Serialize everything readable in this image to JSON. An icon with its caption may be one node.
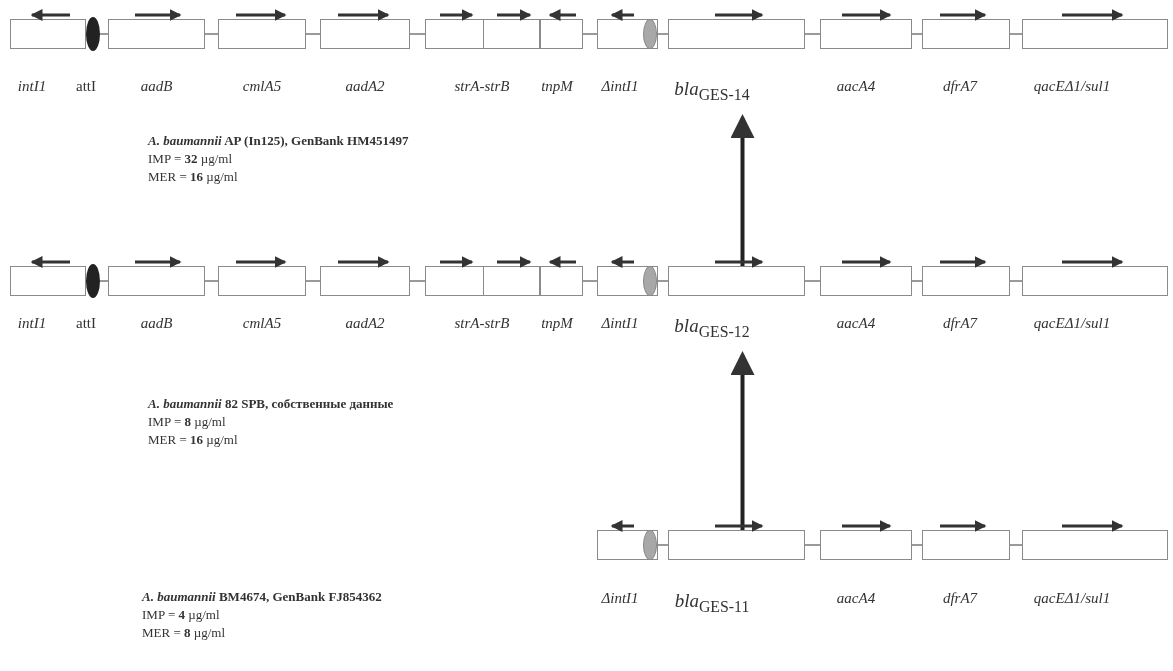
{
  "diagram": {
    "nodes": [
      {
        "text": [
          "intI1"
        ]
      },
      {
        "text": [
          "attI"
        ]
      },
      {
        "text": [
          "aadB"
        ]
      },
      {
        "text": [
          "cmlA5"
        ]
      },
      {
        "text": [
          "aadA2"
        ]
      },
      {
        "text": [
          "strA-strB"
        ]
      },
      {
        "text": [
          "tnpM"
        ]
      },
      {
        "text": [
          "ΔintI1"
        ]
      },
      {
        "text": [],
        "shape": "ellipse",
        "in": 7
      },
      {
        "text": [
          "*bla*$_{GES-14}$"
        ]
      },
      {
        "text": [
          "aacA4"
        ]
      },
      {
        "text": [
          "dfrA7"
        ]
      },
      {
        "text": [
          "qacEΔ1/sul1"
        ]
      },
      {
        "text": [
          "intI1"
        ]
      },
      {
        "text": [
          "attI"
        ]
      },
      {
        "text": [
          "aadB"
        ]
      },
      {
        "text": [
          "cmlA5"
        ]
      },
      {
        "text": [
          "aadA2"
        ]
      },
      {
        "text": [
          "strA-strB"
        ]
      },
      {
        "text": [
          "tnpM"
        ]
      },
      {
        "text": [
          "ΔintI1"
        ]
      },
      {
        "text": [],
        "shape": "ellipse",
        "in": 20
      },
      {
        "text": [
          "*bla*$_{GES-12}$"
        ]
      },
      {
        "text": [
          "aacA4"
        ]
      },
      {
        "text": [
          "dfrA7"
        ]
      },
      {
        "text": [
          "qacEΔ1/sul1"
        ]
      },
      {
        "text": [
          "ΔintI1"
        ]
      },
      {
        "text": [],
        "shape": "ellipse",
        "in": 26
      },
      {
        "text": [
          "*bla*$_{GES-11}$"
        ]
      },
      {
        "text": [
          "aacA4"
        ]
      },
      {
        "text": [
          "dfrA7"
        ]
      },
      {
        "text": [
          "qacEΔ1/sul1"
        ]
      }
    ],
    "edges": [
      {
        "from": 1,
        "to": 2,
        "arrow": "none"
      },
      {
        "from": 2,
        "to": 3,
        "arrow": "none"
      },
      {
        "from": 3,
        "to": 4,
        "arrow": "none"
      },
      {
        "from": 4,
        "to": 5,
        "arrow": "none"
      },
      {
        "from": 6,
        "to": 7,
        "arrow": "none"
      },
      {
        "from": 8,
        "to": 9,
        "arrow": "none"
      },
      {
        "from": 9,
        "to": 10,
        "arrow": "none"
      },
      {
        "from": 10,
        "to": 11,
        "arrow": "none"
      },
      {
        "from": 11,
        "to": 12,
        "arrow": "none"
      },
      {
        "from": 22,
        "to": 9,
        "arrow": "to",
        "style": "thick",
        "color": "#222222"
      },
      {
        "from": 14,
        "to": 15,
        "arrow": "none"
      },
      {
        "from": 15,
        "to": 16,
        "arrow": "none"
      },
      {
        "from": 16,
        "to": 17,
        "arrow": "none"
      },
      {
        "from": 17,
        "to": 18,
        "arrow": "none"
      },
      {
        "from": 19,
        "to": 20,
        "arrow": "none"
      },
      {
        "from": 21,
        "to": 22,
        "arrow": "none"
      },
      {
        "from": 22,
        "to": 23,
        "arrow": "none"
      },
      {
        "from": 23,
        "to": 24,
        "arrow": "none"
      },
      {
        "from": 24,
        "to": 25,
        "arrow": "none"
      },
      {
        "from": 28,
        "to": 22,
        "arrow": "to",
        "style": "thick",
        "color": "#222222"
      },
      {
        "from": 27,
        "to": 28,
        "arrow": "none"
      },
      {
        "from": 28,
        "to": 29,
        "arrow": "none"
      },
      {
        "from": 29,
        "to": 30,
        "arrow": "none"
      },
      {
        "from": 30,
        "to": 31,
        "arrow": "none"
      }
    ],
    "labels": [
      "*A. baumannii* AP (In125), GenBank HM451497",
      "IMP = **32** µg/ml",
      "MER = **16** µg/ml",
      "*A. baumannii* 82 SPB, собственные данные",
      "IMP = **8** µg/ml",
      "MER = **16** µg/ml",
      "*A. baumannii* BM4674, GenBank FJ854362",
      "IMP = **4** µg/ml",
      "MER = **8** µg/ml"
    ]
  }
}
